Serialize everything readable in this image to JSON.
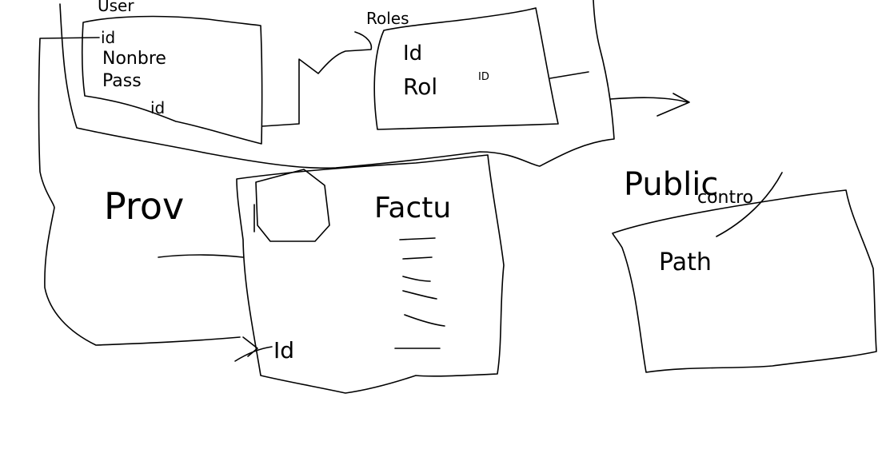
{
  "diagram": {
    "stroke_color": "#000000",
    "background": "#ffffff",
    "user": {
      "title": "User",
      "fields": [
        "id",
        "Nonbre",
        "Pass",
        "id"
      ]
    },
    "roles": {
      "title": "Roles",
      "fields": [
        "Id",
        "Rol"
      ],
      "field_suffix": "ID"
    },
    "prov": {
      "title": "Prov"
    },
    "factu": {
      "title": "Factu",
      "id_label": "Id"
    },
    "public": {
      "title": "Public",
      "subtitle": "contro",
      "fields": [
        "Path"
      ]
    }
  }
}
